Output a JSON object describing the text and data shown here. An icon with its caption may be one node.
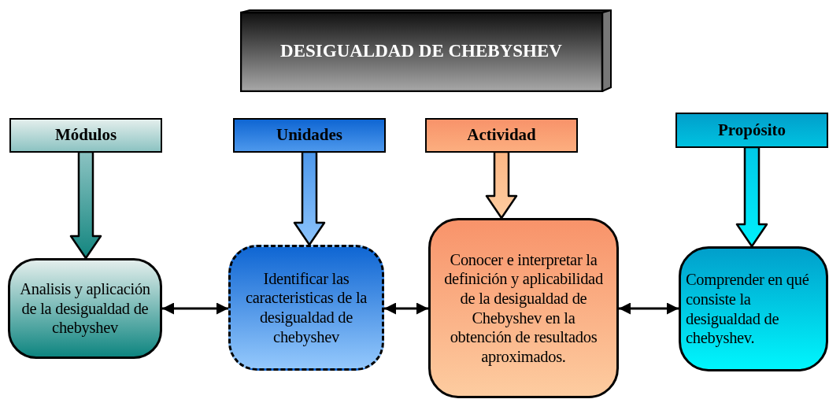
{
  "diagram": {
    "nodes": [
      {
        "text": [
          "DESIGUALDAD DE CHEBYSHEV"
        ]
      },
      {
        "text": [
          "Módulos"
        ]
      },
      {
        "text": [
          "Unidades"
        ]
      },
      {
        "text": [
          "Actividad"
        ]
      },
      {
        "text": [
          "Propósito"
        ]
      },
      {
        "text": [
          "Analisis y aplicación de la desigualdad de chebyshev"
        ]
      },
      {
        "text": [
          "Identificar las caracteristicas de la desigualdad de chebyshev"
        ]
      },
      {
        "text": [
          "Conocer e interpretar la definición y aplicabilidad de la desigualdad de Chebyshev en la obtención de resultados aproximados."
        ]
      },
      {
        "text": [
          "Comprender en qué consiste la desigualdad de chebyshev."
        ]
      }
    ],
    "edges": [
      {
        "from": 1,
        "to": 5,
        "arrow": "to",
        "style": "thick"
      },
      {
        "from": 2,
        "to": 6,
        "arrow": "to",
        "style": "thick"
      },
      {
        "from": 3,
        "to": 7,
        "arrow": "to",
        "style": "thick"
      },
      {
        "from": 4,
        "to": 8,
        "arrow": "to",
        "style": "thick"
      },
      {
        "from": 5,
        "to": 6,
        "arrow": "both"
      },
      {
        "from": 6,
        "to": 7,
        "arrow": "both"
      },
      {
        "from": 7,
        "to": 8,
        "arrow": "both"
      }
    ]
  }
}
